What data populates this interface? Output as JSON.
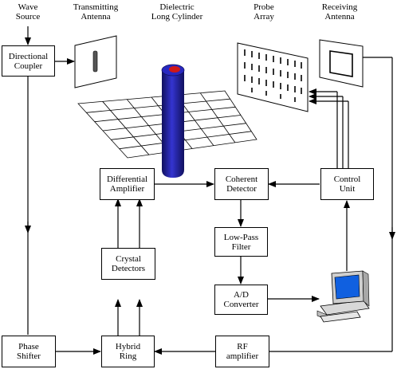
{
  "labels": {
    "wave_source": [
      "Wave",
      "Source"
    ],
    "transmitting_antenna": [
      "Transmitting",
      "Antenna"
    ],
    "dielectric_cylinder": [
      "Dielectric",
      "Long Cylinder"
    ],
    "probe_array": [
      "Probe",
      "Array"
    ],
    "receiving_antenna": [
      "Receiving",
      "Antenna"
    ]
  },
  "blocks": {
    "directional_coupler": [
      "Directional",
      "Coupler"
    ],
    "differential_amplifier": [
      "Differential",
      "Amplifier"
    ],
    "coherent_detector": [
      "Coherent",
      "Detector"
    ],
    "control_unit": [
      "Control",
      "Unit"
    ],
    "low_pass_filter": [
      "Low-Pass",
      "Filter"
    ],
    "crystal_detectors": [
      "Crystal",
      "Detectors"
    ],
    "ad_converter": [
      "A/D",
      "Converter"
    ],
    "phase_shifter": [
      "Phase",
      "Shifter"
    ],
    "hybrid_ring": [
      "Hybrid",
      "Ring"
    ],
    "rf_amplifier": [
      "RF",
      "amplifier"
    ]
  },
  "colors": {
    "line": "#000000",
    "cylinder": "#2020b0",
    "cylinder_top": "#d01818",
    "monitor_screen": "#1060e0"
  },
  "icons": {
    "computer": "computer-icon",
    "transmitting_antenna": "transmitting-antenna-icon",
    "receiving_antenna": "receiving-antenna-icon",
    "probe_array": "probe-array-icon",
    "grid": "measurement-grid"
  }
}
